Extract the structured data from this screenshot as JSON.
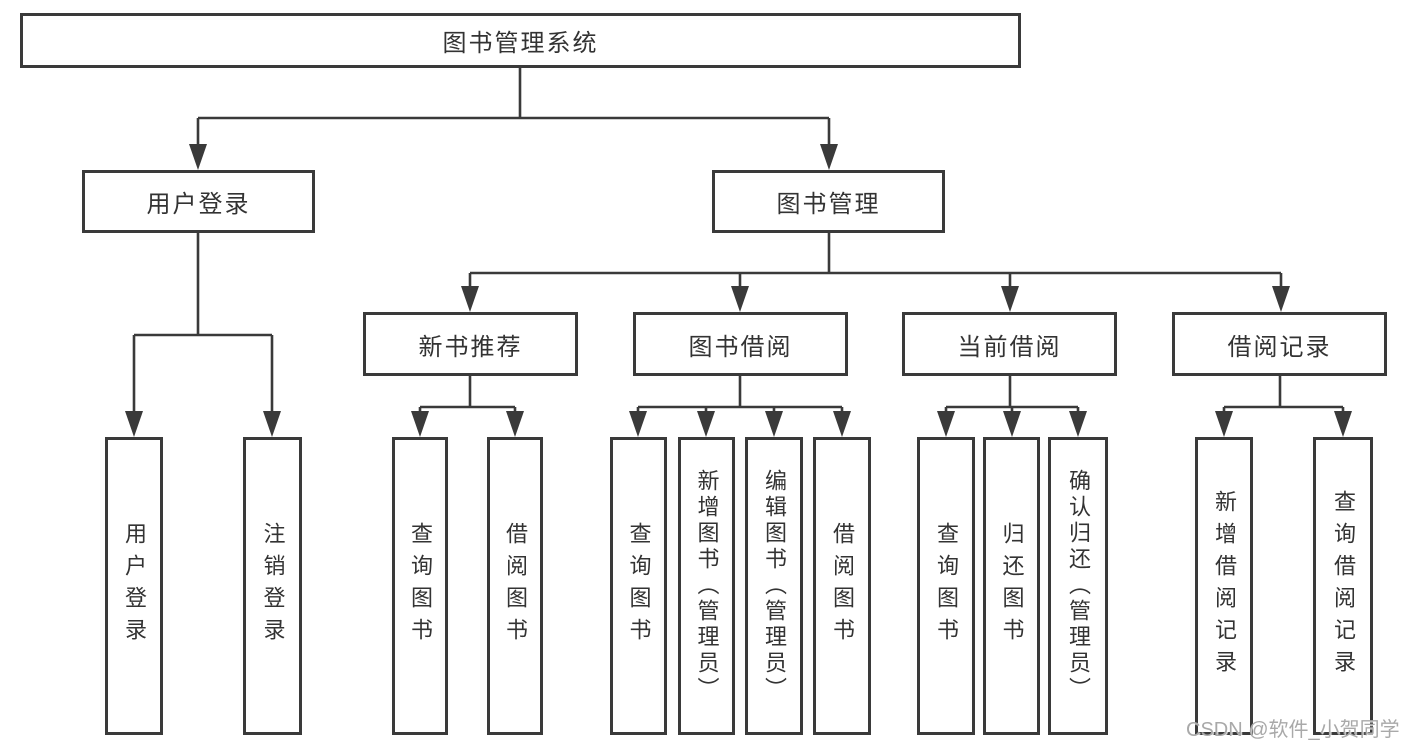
{
  "watermark": "CSDN @软件_小贺同学",
  "colors": {
    "line": "#3a3a3a",
    "node_border": "#3a3a3a",
    "node_background": "#ffffff",
    "text": "#333333",
    "watermark_text": "#a9a9a9",
    "page_background": "#ffffff"
  },
  "tree": {
    "root": {
      "label": "图书管理系统"
    },
    "children": [
      {
        "label": "用户登录",
        "children": [
          {
            "label": "用户登录"
          },
          {
            "label": "注销登录"
          }
        ]
      },
      {
        "label": "图书管理",
        "children": [
          {
            "label": "新书推荐",
            "children": [
              {
                "label": "查询图书"
              },
              {
                "label": "借阅图书"
              }
            ]
          },
          {
            "label": "图书借阅",
            "children": [
              {
                "label": "查询图书"
              },
              {
                "label": "新增图书（管理员）"
              },
              {
                "label": "编辑图书（管理员）"
              },
              {
                "label": "借阅图书"
              }
            ]
          },
          {
            "label": "当前借阅",
            "children": [
              {
                "label": "查询图书"
              },
              {
                "label": "归还图书"
              },
              {
                "label": "确认归还（管理员）"
              }
            ]
          },
          {
            "label": "借阅记录",
            "children": [
              {
                "label": "新增借阅记录"
              },
              {
                "label": "查询借阅记录"
              }
            ]
          }
        ]
      }
    ]
  }
}
